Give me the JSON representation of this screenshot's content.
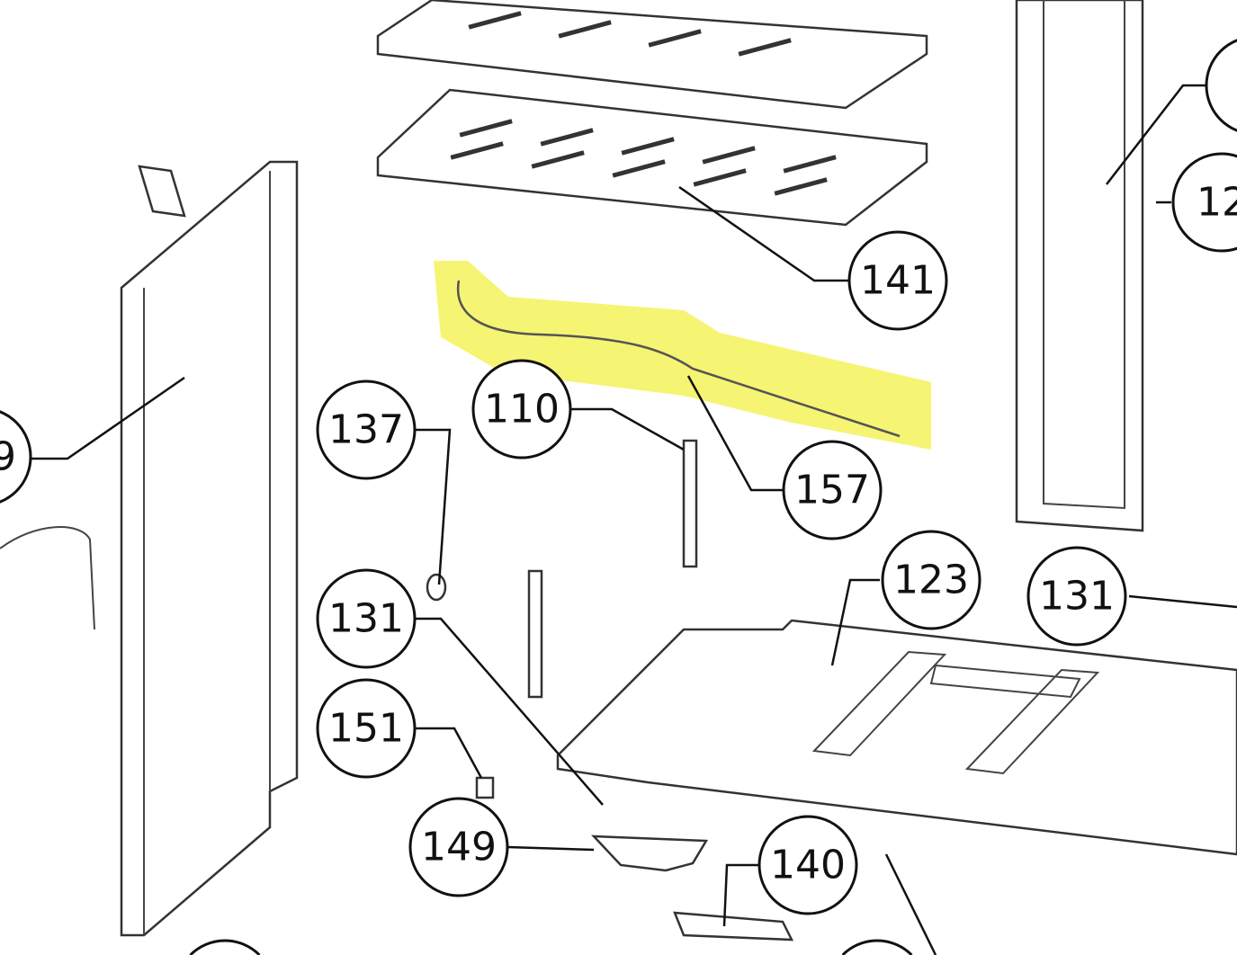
{
  "diagram": {
    "highlight_color": "#f5f25a",
    "callouts": [
      {
        "id": "141",
        "label": "141"
      },
      {
        "id": "110",
        "label": "110"
      },
      {
        "id": "157",
        "label": "157"
      },
      {
        "id": "137",
        "label": "137"
      },
      {
        "id": "131a",
        "label": "131"
      },
      {
        "id": "123",
        "label": "123"
      },
      {
        "id": "131b",
        "label": "131"
      },
      {
        "id": "151",
        "label": "151"
      },
      {
        "id": "149",
        "label": "149"
      },
      {
        "id": "140",
        "label": "140"
      },
      {
        "id": "left-partial",
        "label": "9"
      },
      {
        "id": "right-partial",
        "label": "12"
      }
    ]
  }
}
